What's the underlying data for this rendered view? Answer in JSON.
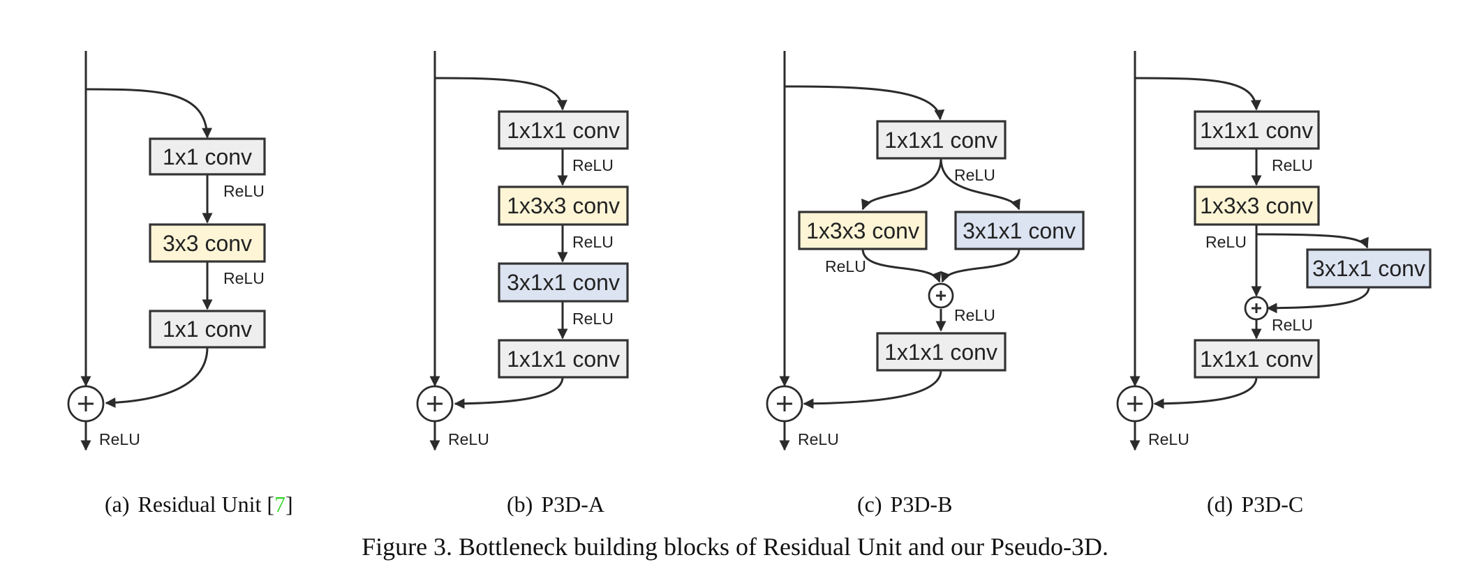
{
  "colors": {
    "gray_fill": "#eeeeee",
    "yellow_fill": "#fdf5d6",
    "blue_fill": "#dce3f1",
    "stroke": "#333333",
    "citation": "#37d62c"
  },
  "panels": [
    {
      "id": "a",
      "caption_label": "(a)",
      "caption_title": "Residual Unit [",
      "caption_ref": "7",
      "caption_close": "]",
      "boxes": [
        {
          "text": "1x1 conv",
          "fill": "gray"
        },
        {
          "text": "3x3 conv",
          "fill": "yellow"
        },
        {
          "text": "1x1 conv",
          "fill": "gray"
        }
      ],
      "relu_labels": [
        "ReLU",
        "ReLU",
        "ReLU"
      ]
    },
    {
      "id": "b",
      "caption_label": "(b)",
      "caption_title": "P3D-A",
      "boxes": [
        {
          "text": "1x1x1 conv",
          "fill": "gray"
        },
        {
          "text": "1x3x3 conv",
          "fill": "yellow"
        },
        {
          "text": "3x1x1 conv",
          "fill": "blue"
        },
        {
          "text": "1x1x1 conv",
          "fill": "gray"
        }
      ],
      "relu_labels": [
        "ReLU",
        "ReLU",
        "ReLU",
        "ReLU"
      ]
    },
    {
      "id": "c",
      "caption_label": "(c)",
      "caption_title": "P3D-B",
      "boxes": [
        {
          "text": "1x1x1 conv",
          "fill": "gray"
        },
        {
          "text": "1x3x3 conv",
          "fill": "yellow"
        },
        {
          "text": "3x1x1 conv",
          "fill": "blue"
        },
        {
          "text": "1x1x1 conv",
          "fill": "gray"
        }
      ],
      "relu_labels": [
        "ReLU",
        "ReLU",
        "ReLU",
        "ReLU"
      ]
    },
    {
      "id": "d",
      "caption_label": "(d)",
      "caption_title": "P3D-C",
      "boxes": [
        {
          "text": "1x1x1 conv",
          "fill": "gray"
        },
        {
          "text": "1x3x3 conv",
          "fill": "yellow"
        },
        {
          "text": "3x1x1 conv",
          "fill": "blue"
        },
        {
          "text": "1x1x1 conv",
          "fill": "gray"
        }
      ],
      "relu_labels": [
        "ReLU",
        "ReLU",
        "ReLU",
        "ReLU"
      ]
    }
  ],
  "figure_caption": "Figure 3. Bottleneck building blocks of Residual Unit and our Pseudo-3D."
}
